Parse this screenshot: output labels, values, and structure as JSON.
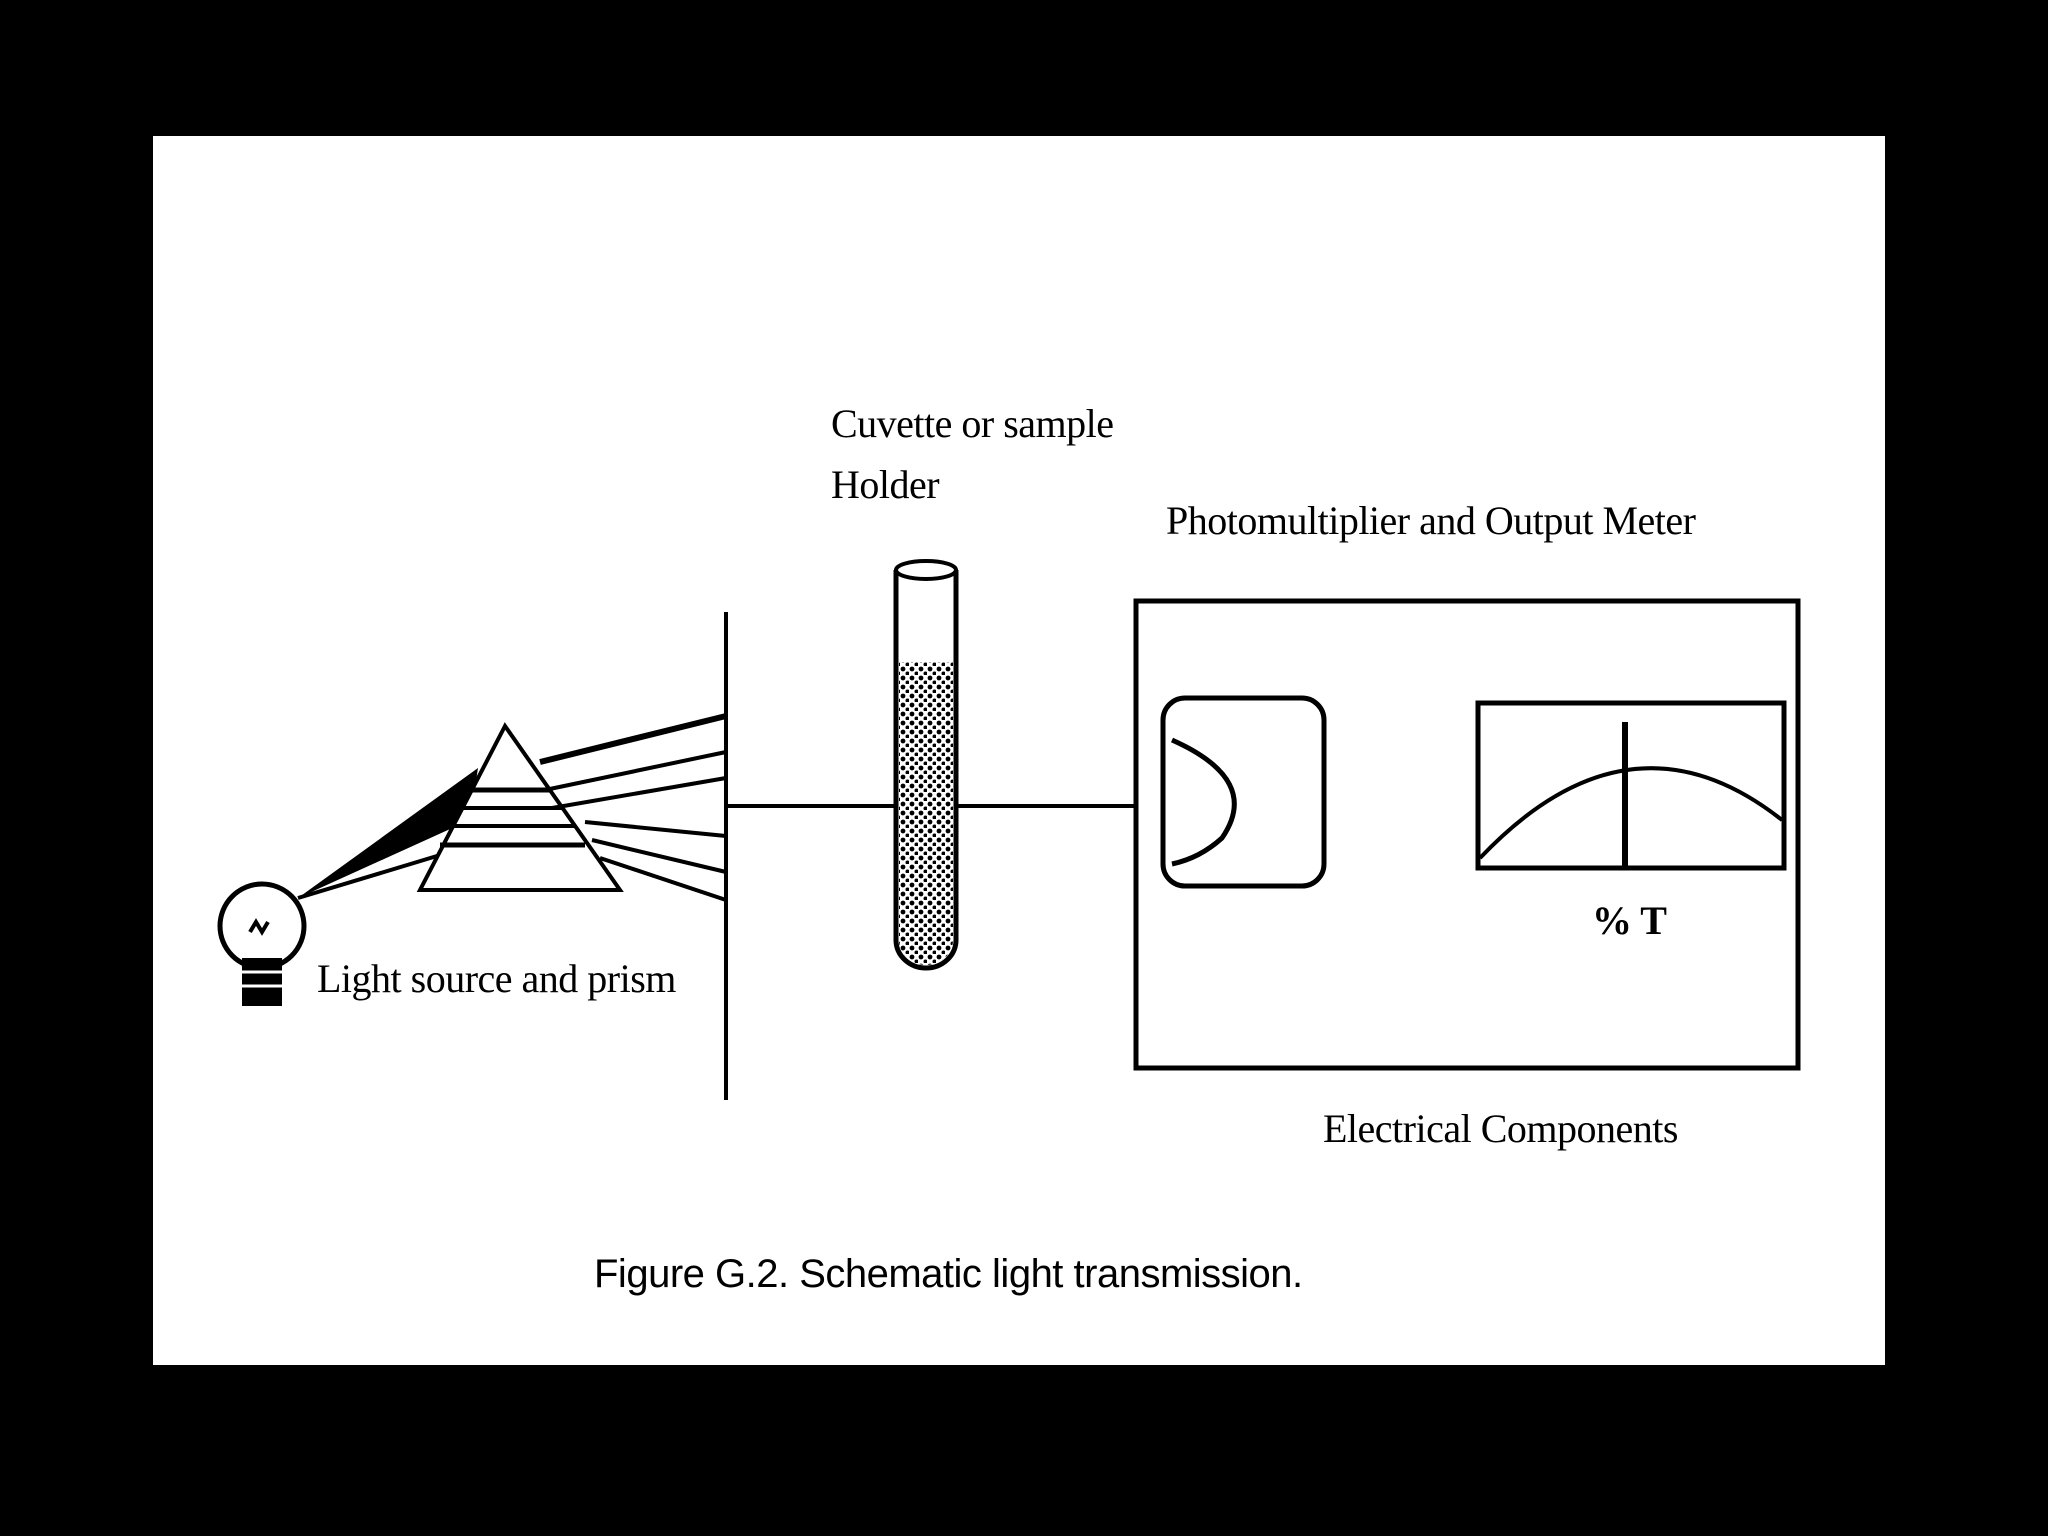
{
  "colors": {
    "background": "#000000",
    "slide": "#ffffff",
    "ink": "#000000"
  },
  "labels": {
    "cuvette_line1": "Cuvette or sample",
    "cuvette_line2": "Holder",
    "photomultiplier": "Photomultiplier and Output Meter",
    "light_source": "Light source and prism",
    "meter_unit": "% T",
    "electrical": "Electrical Components"
  },
  "caption": "Figure G.2. Schematic light transmission.",
  "icons": [
    "light-bulb-icon",
    "prism-icon",
    "test-tube-icon",
    "photomultiplier-icon",
    "meter-dial-icon"
  ]
}
